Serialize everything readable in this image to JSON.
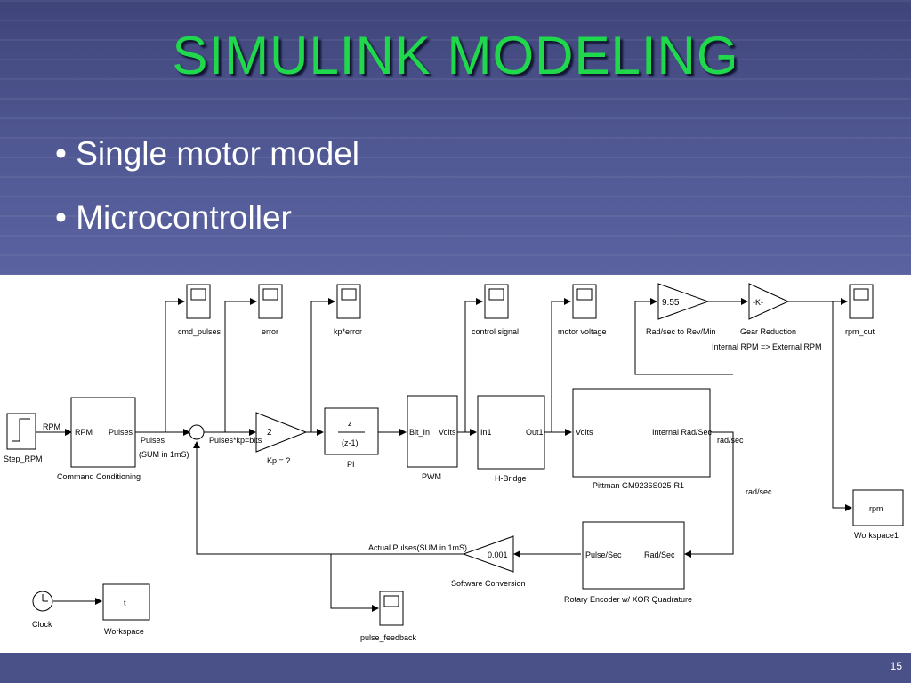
{
  "slide": {
    "title": "SIMULINK MODELING",
    "bullets": [
      "• Single motor model",
      "• Microcontroller"
    ],
    "page_number": "15"
  },
  "diagram": {
    "step_label": "Step_RPM",
    "cmd_block": {
      "in": "RPM",
      "out": "Pulses",
      "name": "Command Conditioning",
      "line_in": "RPM"
    },
    "pulses_label": "Pulses",
    "sum_label": "(SUM in 1mS)",
    "sum_signs": [
      "+",
      "−"
    ],
    "scope_cmd": "cmd_pulses",
    "scope_error": "error",
    "scope_kp_error": "kp*error",
    "scope_control": "control signal",
    "scope_motor_voltage": "motor voltage",
    "scope_rpm_out": "rpm_out",
    "scope_pulse_feedback": "pulse_feedback",
    "gain_kp": {
      "value": "2",
      "name": "Kp = ?"
    },
    "kp_line_label": "Pulses*kp=bits",
    "pi_block": {
      "num": "z",
      "den": "(z-1)",
      "name": "PI"
    },
    "pwm_block": {
      "in": "Bit_In",
      "out": "Volts",
      "name": "PWM"
    },
    "hbridge_block": {
      "in": "In1",
      "out": "Out1",
      "name": "H-Bridge"
    },
    "motor_block": {
      "in": "Volts",
      "out": "Internal Rad/Sec",
      "name": "Pittman GM9236S025-R1"
    },
    "rad_sec_label": "rad/sec",
    "rad_sec_label2": "rad/sec",
    "gain_rpm": {
      "value": "9.55",
      "name": "Rad/sec to Rev/Min"
    },
    "gain_gear": {
      "value": "-K-",
      "name": "Gear Reduction"
    },
    "gear_note": "Internal RPM => External  RPM",
    "workspace_rpm": {
      "var": "rpm",
      "name": "Workspace1"
    },
    "encoder_block": {
      "in": "Pulse/Sec",
      "out": "Rad/Sec",
      "name": "Rotary Encoder w/ XOR Quadrature"
    },
    "gain_sw": {
      "value": "0.001",
      "name": "Software Conversion"
    },
    "actual_pulses_label": "Actual Pulses(SUM in 1mS)",
    "clock_label": "Clock",
    "workspace_t": {
      "var": "t",
      "name": "Workspace"
    }
  }
}
